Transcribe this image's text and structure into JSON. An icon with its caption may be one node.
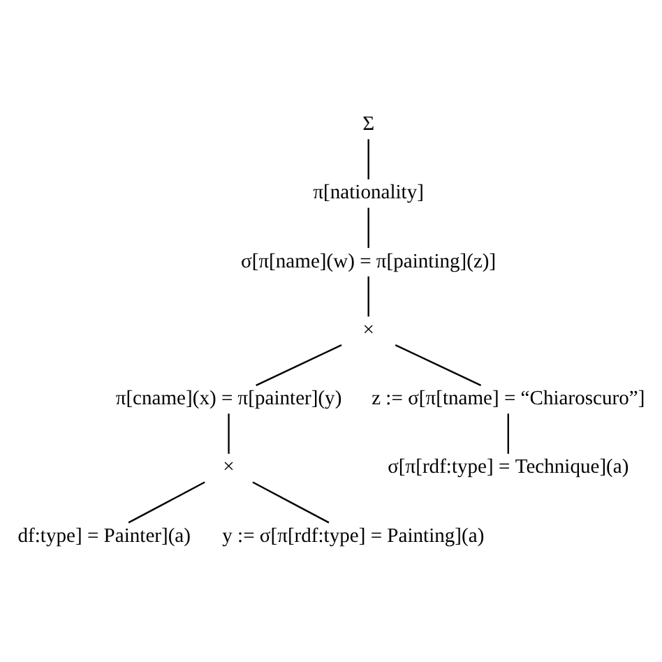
{
  "diagram": {
    "nodes": [
      {
        "text": [
          "Σ"
        ]
      },
      {
        "text": [
          "π[nationality]"
        ]
      },
      {
        "text": [
          "σ[π[name](w) = π[painting](z)]"
        ]
      },
      {
        "text": [
          "×"
        ]
      },
      {
        "text": [
          "π[cname](x) = π[painter](y)"
        ]
      },
      {
        "text": [
          "z := σ[π[tname] = “Chiaroscuro”]"
        ]
      },
      {
        "text": [
          "×"
        ]
      },
      {
        "text": [
          "σ[π[rdf:type] = Technique](a)"
        ]
      },
      {
        "text": [
          "df:type] = Painter](a)"
        ]
      },
      {
        "text": [
          "y := σ[π[rdf:type] = Painting](a)"
        ]
      }
    ],
    "edges": [
      {
        "from": 0,
        "to": 1,
        "arrow": "none"
      },
      {
        "from": 1,
        "to": 2,
        "arrow": "none"
      },
      {
        "from": 2,
        "to": 3,
        "arrow": "none"
      },
      {
        "from": 3,
        "to": 4,
        "arrow": "none"
      },
      {
        "from": 3,
        "to": 5,
        "arrow": "none"
      },
      {
        "from": 4,
        "to": 6,
        "arrow": "none"
      },
      {
        "from": 5,
        "to": 7,
        "arrow": "none"
      },
      {
        "from": 6,
        "to": 8,
        "arrow": "none"
      },
      {
        "from": 6,
        "to": 9,
        "arrow": "none"
      }
    ]
  }
}
